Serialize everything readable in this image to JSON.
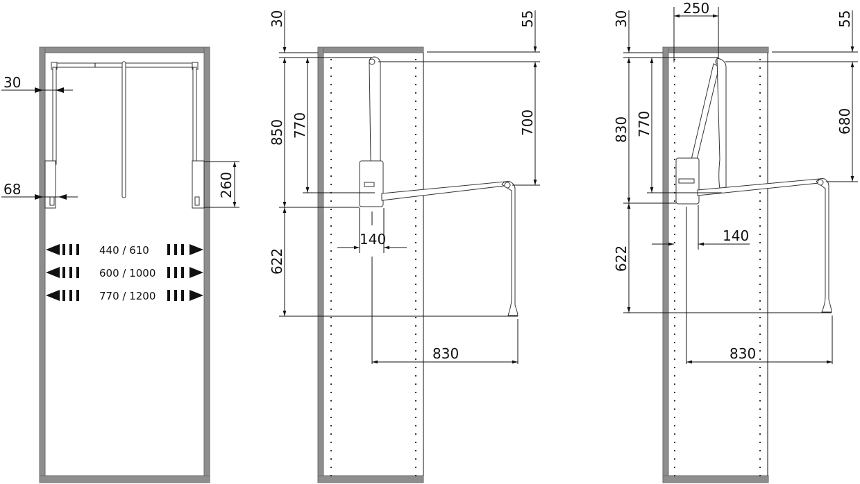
{
  "views": [
    {
      "name": "front-view",
      "dimensions": {
        "side_offset_top": "30",
        "side_offset_bottom": "68",
        "bracket_height": "260"
      },
      "width_ranges": [
        {
          "label": "440 / 610"
        },
        {
          "label": "600 / 1000"
        },
        {
          "label": "770 / 1200"
        }
      ]
    },
    {
      "name": "side-view-extended",
      "dimensions": {
        "top_gap": "30",
        "top_right": "55",
        "total_height": "850",
        "arm_height": "770",
        "right_height": "700",
        "lower_drop": "622",
        "mechanism_depth": "140",
        "reach": "830"
      }
    },
    {
      "name": "side-view-offset",
      "dimensions": {
        "top_gap": "30",
        "pivot_offset": "250",
        "top_right": "55",
        "total_height": "830",
        "arm_height": "770",
        "right_height": "680",
        "lower_drop": "622",
        "mechanism_depth": "140",
        "reach": "830"
      }
    }
  ],
  "colors": {
    "panel": "#8e8e8e",
    "line": "#111111",
    "background": "#ffffff"
  }
}
